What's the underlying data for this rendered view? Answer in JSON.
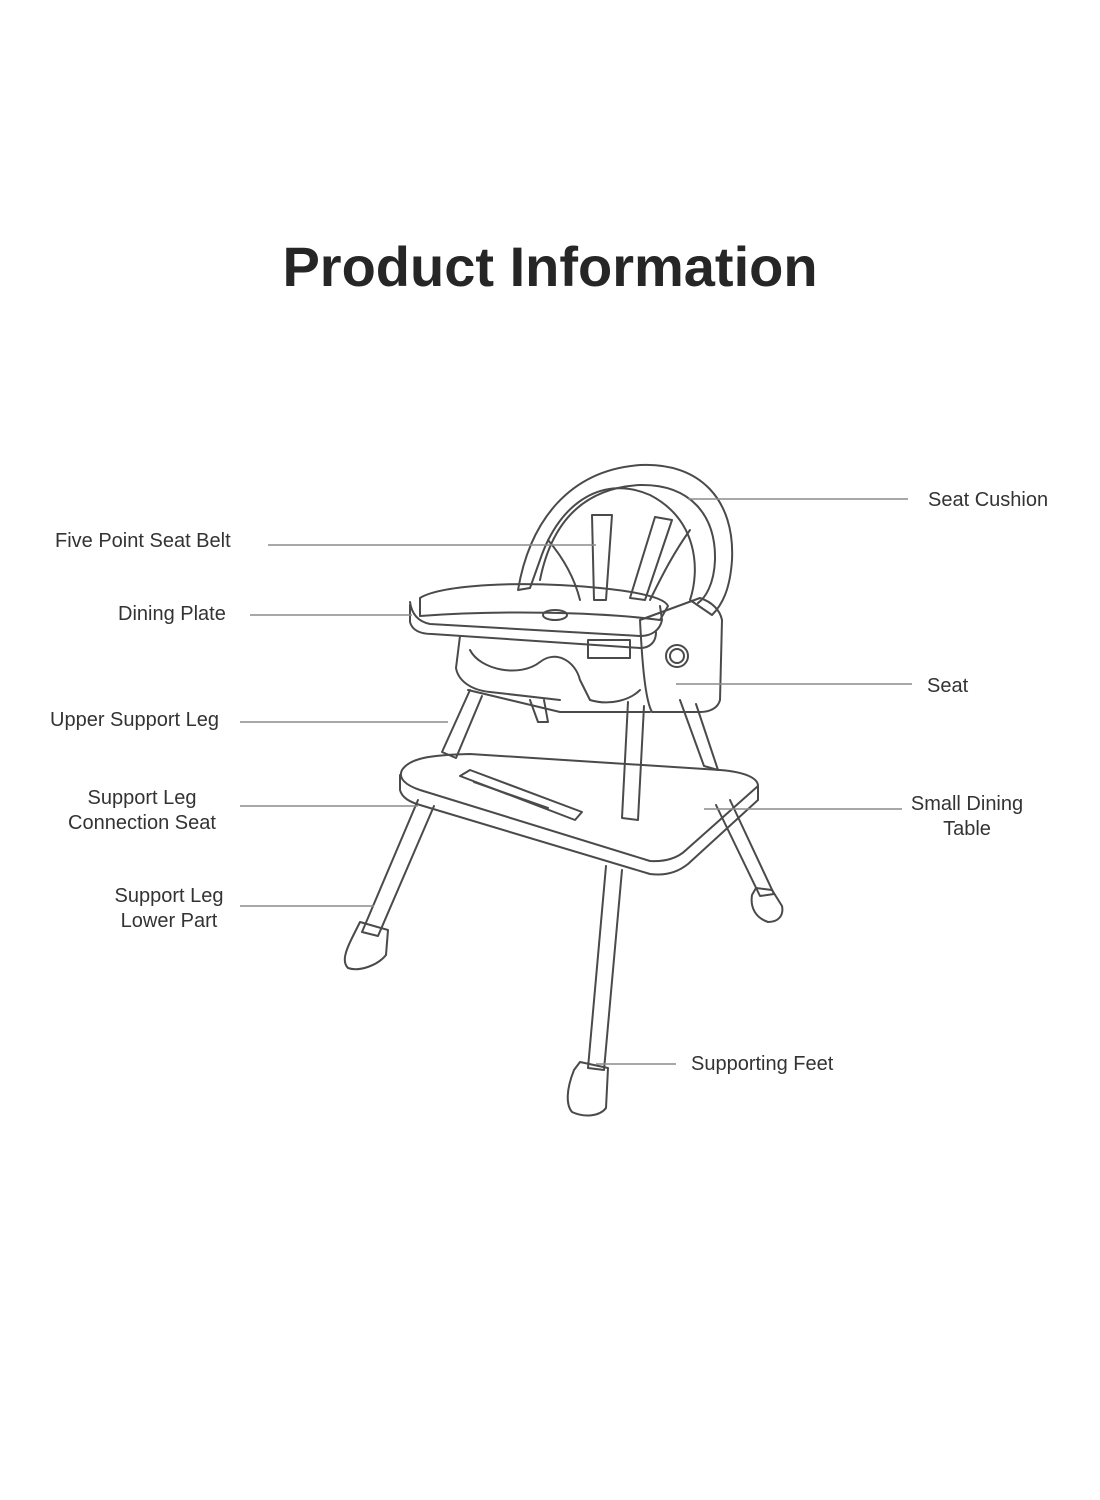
{
  "title": "Product Information",
  "colors": {
    "outline": "#4a4a4a",
    "leader_line": "#8c8c8c",
    "text": "#333333",
    "title": "#262626"
  },
  "labels": {
    "seat_cushion": "Seat Cushion",
    "five_point_seat_belt": "Five Point Seat Belt",
    "dining_plate": "Dining Plate",
    "seat": "Seat",
    "upper_support_leg": "Upper Support Leg",
    "support_leg_connection_seat": [
      "Support Leg",
      "Connection Seat"
    ],
    "small_dining_table": [
      "Small Dining",
      "Table"
    ],
    "support_leg_lower_part": [
      "Support Leg",
      "Lower Part"
    ],
    "supporting_feet": "Supporting Feet"
  }
}
